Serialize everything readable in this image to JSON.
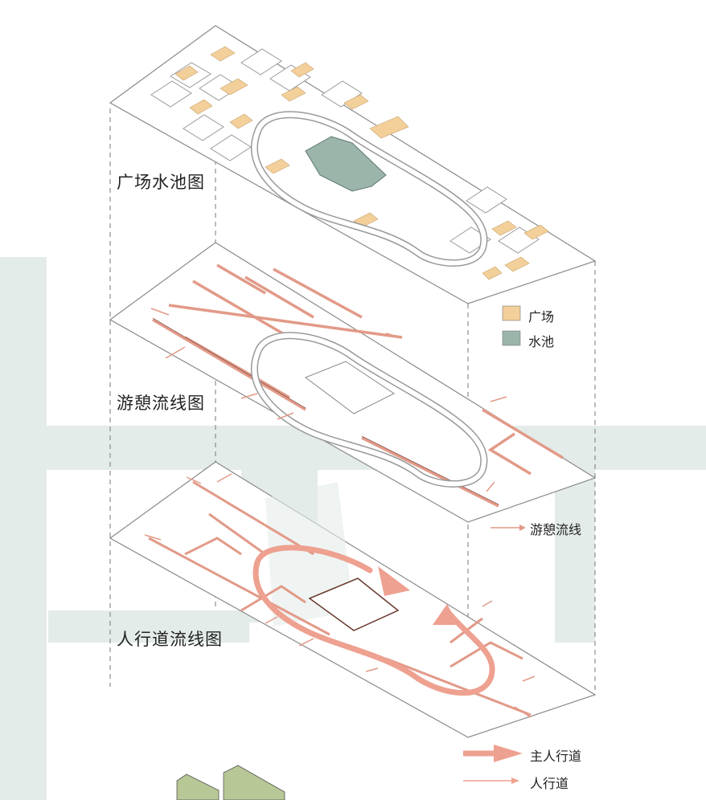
{
  "layers": {
    "plaza_pool": {
      "title": "广场水池图"
    },
    "leisure": {
      "title": "游憩流线图"
    },
    "pedestrian": {
      "title": "人行道流线图"
    }
  },
  "legend": {
    "plaza": {
      "label": "广场",
      "color": "#f3cf9a"
    },
    "pool": {
      "label": "水池",
      "color": "#9bb5ab"
    },
    "leisure_route": {
      "label": "游憩流线",
      "color": "#e9a493"
    },
    "main_walkway": {
      "label": "主人行道",
      "color": "#eea190"
    },
    "walkway": {
      "label": "人行道",
      "color": "#eea190"
    }
  },
  "colors": {
    "background_path": "#e4ecea",
    "plate_stroke": "#8a8a8a",
    "route": "#e29a88",
    "route_outline": "#6a3a30",
    "building": "#b7c795"
  }
}
